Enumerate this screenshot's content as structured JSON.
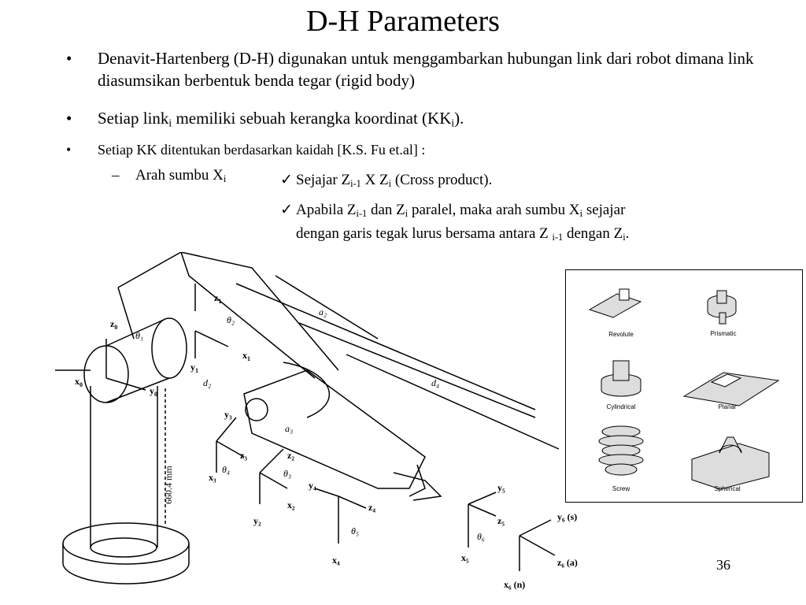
{
  "slide": {
    "title": "D-H Parameters",
    "page_number": "36"
  },
  "bullets": {
    "b1": "Denavit-Hartenberg (D-H) digunakan untuk menggambarkan hubungan link dari robot dimana link diasumsikan berbentuk benda tegar (rigid body)",
    "b2_pre": "Setiap link",
    "b2_sub1": "i",
    "b2_mid": " memiliki sebuah kerangka koordinat (KK",
    "b2_sub2": "i",
    "b2_post": ").",
    "b3": "Setiap KK ditentukan berdasarkan kaidah [K.S. Fu et.al] :",
    "sub_pre": "Arah sumbu X",
    "sub_sub": "i",
    "check1": {
      "a": "Sejajar Z",
      "s1": "i-1",
      "b": " X Z",
      "s2": "i",
      "c": " (Cross product)."
    },
    "check2": {
      "a": "Apabila Z",
      "s1": "i-1",
      "b": " dan Z",
      "s2": "i",
      "c": " paralel, maka arah sumbu X",
      "s3": "i",
      "d": " sejajar"
    },
    "check3": {
      "a": "dengan garis tegak lurus bersama antara Z ",
      "s1": "i-1",
      "b": " dengan Z",
      "s2": "i",
      "c": "."
    }
  },
  "robot_labels": {
    "z0": "z",
    "z0s": "0",
    "x0": "x",
    "x0s": "0",
    "y0": "y",
    "y0s": "0",
    "z1": "z",
    "z1s": "1",
    "x1": "x",
    "x1s": "1",
    "y1": "y",
    "y1s": "1",
    "theta1": "θ₁",
    "theta2": "θ₂",
    "theta3": "θ₃",
    "theta4": "θ₄",
    "theta5": "θ₅",
    "theta6": "θ₆",
    "a2": "a₂",
    "a3": "a₃",
    "d2": "d₂",
    "d4": "d₄",
    "height": "660.4 mm",
    "y3": "y₃",
    "z3": "z₃",
    "x3": "x₃",
    "z2": "z₂",
    "x2": "x₂",
    "y2": "y₂",
    "y4": "y₄",
    "z4": "z₄",
    "x4": "x₄",
    "y5": "y₅",
    "z5": "z₅",
    "x5": "x₅",
    "y6": "y₆ (s)",
    "z6": "z₆ (a)",
    "x6": "x₆ (n)"
  },
  "joint_types": {
    "revolute": "Revolute",
    "prismatic": "Prismatic",
    "cylindrical": "Cylindrical",
    "planar": "Planar",
    "screw": "Screw",
    "spherical": "Spherical"
  }
}
